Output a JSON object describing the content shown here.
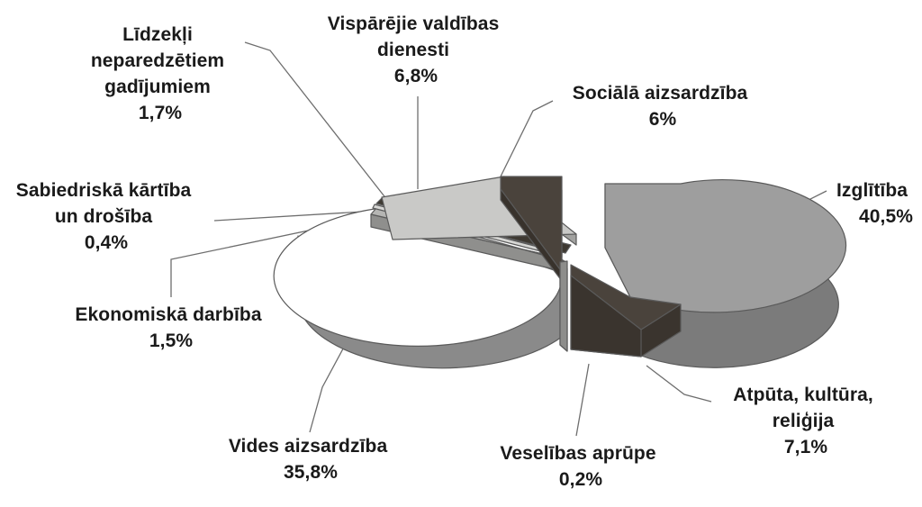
{
  "chart_data": {
    "type": "pie",
    "title": "",
    "subtitle": "",
    "xlabel": "",
    "ylabel": "",
    "legend_position": "none",
    "grid": false,
    "three_d": true,
    "exploded": true,
    "units": "%",
    "categories": [
      "Izglītība",
      "Vides aizsardzība",
      "Atpūta, kultūra, reliģija",
      "Vispārējie valdības dienesti",
      "Sociālā aizsardzība",
      "Līdzekļi neparedzētiem gadījumiem",
      "Ekonomiskā darbība",
      "Sabiedriskā kārtība un drošība",
      "Veselības aprūpe"
    ],
    "values": [
      40.5,
      35.8,
      7.1,
      6.8,
      6,
      1.7,
      1.5,
      0.4,
      0.2
    ],
    "value_labels": [
      "40,5%",
      "35,8%",
      "7,1%",
      "6,8%",
      "6%",
      "1,7%",
      "1,5%",
      "0,4%",
      "0,2%"
    ],
    "slices": [
      {
        "name": "Izglītība",
        "value": 40.5,
        "value_label": "40,5%",
        "label_lines": [
          "Izglītība",
          "40,5%"
        ],
        "top_color": "#9e9e9e",
        "side_color": "#7b7b7b"
      },
      {
        "name": "Vides aizsardzība",
        "value": 35.8,
        "value_label": "35,8%",
        "label_lines": [
          "Vides aizsardzība",
          "35,8%"
        ],
        "top_color": "#ffffff",
        "side_color": "#8a8a8a"
      },
      {
        "name": "Atpūta, kultūra, reliģija",
        "value": 7.1,
        "value_label": "7,1%",
        "label_lines": [
          "Atpūta, kultūra,",
          "reliģija",
          "7,1%"
        ],
        "top_color": "#4a433c",
        "side_color": "#3a342e"
      },
      {
        "name": "Vispārējie valdības dienesti",
        "value": 6.8,
        "value_label": "6,8%",
        "label_lines": [
          "Vispārējie valdības",
          "dienesti",
          "6,8%"
        ],
        "top_color": "#c9c9c7",
        "side_color": "#a2a2a0"
      },
      {
        "name": "Sociālā aizsardzība",
        "value": 6,
        "value_label": "6%",
        "label_lines": [
          "Sociālā aizsardzība",
          "6%"
        ],
        "top_color": "#4a433c",
        "side_color": "#38322c"
      },
      {
        "name": "Līdzekļi neparedzētiem gadījumiem",
        "value": 1.7,
        "value_label": "1,7%",
        "label_lines": [
          "Līdzekļi",
          "neparedzētiem",
          "gadījumiem",
          "1,7%"
        ],
        "top_color": "#3e3932",
        "side_color": "#2e2a25"
      },
      {
        "name": "Ekonomiskā darbība",
        "value": 1.5,
        "value_label": "1,5%",
        "label_lines": [
          "Ekonomiskā darbība",
          "1,5%"
        ],
        "top_color": "#b5b5b3",
        "side_color": "#8f8f8d"
      },
      {
        "name": "Sabiedriskā kārtība un drošība",
        "value": 0.4,
        "value_label": "0,4%",
        "label_lines": [
          "Sabiedriskā kārtība",
          "un drošība",
          "0,4%"
        ],
        "top_color": "#d6d6d4",
        "side_color": "#a8a8a6"
      },
      {
        "name": "Veselības aprūpe",
        "value": 0.2,
        "value_label": "0,2%",
        "label_lines": [
          "Veselības aprūpe",
          "0,2%"
        ],
        "top_color": "#8d8d8b",
        "side_color": "#6f6f6d"
      }
    ]
  },
  "labels": {
    "lidzekli": {
      "line1": "Līdzekļi",
      "line2": "neparedzētiem",
      "line3": "gadījumiem",
      "line4": "1,7%"
    },
    "visparejie": {
      "line1": "Vispārējie valdības",
      "line2": "dienesti",
      "line3": "6,8%"
    },
    "sociala": {
      "line1": "Sociālā aizsardzība",
      "line2": "6%"
    },
    "izglitiba": {
      "line1": "Izglītība",
      "line2": "40,5%"
    },
    "sabiedriska": {
      "line1": "Sabiedriskā kārtība",
      "line2": "un drošība",
      "line3": "0,4%"
    },
    "ekonomiska": {
      "line1": "Ekonomiskā darbība",
      "line2": "1,5%"
    },
    "vides": {
      "line1": "Vides aizsardzība",
      "line2": "35,8%"
    },
    "veselibas": {
      "line1": "Veselības aprūpe",
      "line2": "0,2%"
    },
    "atputa": {
      "line1": "Atpūta, kultūra,",
      "line2": "reliģija",
      "line3": "7,1%"
    }
  },
  "colors": {
    "background": "#ffffff",
    "text": "#1a1a1a",
    "leader_line": "#6e6e6e",
    "slice_outline": "#5a5a5a",
    "light_slice": "#ffffff",
    "mid_slice": "#9e9e9e",
    "dark_slice": "#4a433c"
  }
}
